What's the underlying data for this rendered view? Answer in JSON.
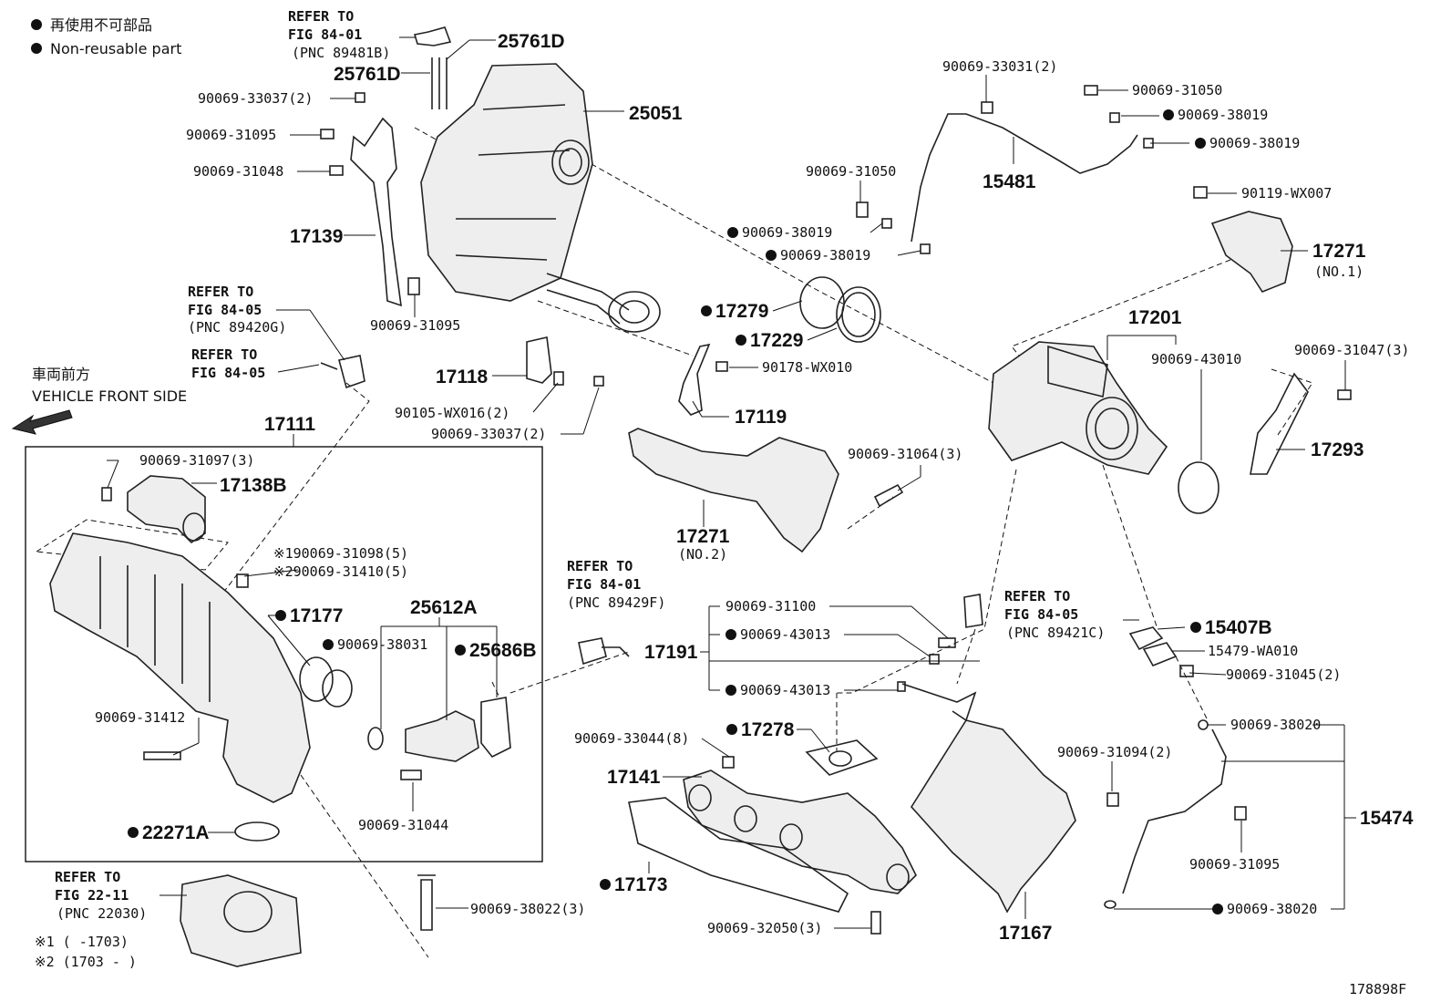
{
  "legend": {
    "jp_label": "再使用不可部品",
    "en_label": "Non-reusable part"
  },
  "direction": {
    "jp_label": "車両前方",
    "en_label": "VEHICLE FRONT SIDE"
  },
  "refs": {
    "r1": {
      "l1": "REFER TO",
      "l2": "FIG 84-01",
      "l3": "(PNC 89481B)"
    },
    "r2": {
      "l1": "REFER TO",
      "l2": "FIG 84-05",
      "l3": "(PNC 89420G)"
    },
    "r3": {
      "l1": "REFER TO",
      "l2": "FIG 84-05"
    },
    "r4": {
      "l1": "REFER TO",
      "l2": "FIG 84-01",
      "l3": "(PNC 89429F)"
    },
    "r5": {
      "l1": "REFER TO",
      "l2": "FIG 84-05",
      "l3": "(PNC 89421C)"
    },
    "r6": {
      "l1": "REFER TO",
      "l2": "FIG 22-11",
      "l3": "(PNC 22030)"
    }
  },
  "footnotes": {
    "n1": "※1 (      -1703)",
    "n2": "※2 (1703 -      )"
  },
  "figure_id": "178898F",
  "parts": {
    "p25761D_a": "25761D",
    "p25761D_b": "25761D",
    "p25051": "25051",
    "p33037_top": "90069-33037(2)",
    "p31095_a": "90069-31095",
    "p31048": "90069-31048",
    "p17139": "17139",
    "p31095_b": "90069-31095",
    "p17118": "17118",
    "pWX016": "90105-WX016(2)",
    "p33037_b": "90069-33037(2)",
    "p17111": "17111",
    "p31097": "90069-31097(3)",
    "p17138B": "17138B",
    "p31098": "※190069-31098(5)",
    "p31410": "※290069-31410(5)",
    "p17177": "17177",
    "p25612A": "25612A",
    "p38031": "90069-38031",
    "p25686B": "25686B",
    "p31412": "90069-31412",
    "p31044": "90069-31044",
    "p22271A": "22271A",
    "p38022": "90069-38022(3)",
    "p33031": "90069-33031(2)",
    "p31050_a": "90069-31050",
    "p38019_a": "90069-38019",
    "p38019_b": "90069-38019",
    "p15481": "15481",
    "p31050_b": "90069-31050",
    "p38019_c": "90069-38019",
    "p38019_d": "90069-38019",
    "pWX007": "90119-WX007",
    "p17271_1": "17271",
    "p17271_1n": "(NO.1)",
    "p17279": "17279",
    "p17229": "17229",
    "pWX010": "90178-WX010",
    "p17119": "17119",
    "p17201": "17201",
    "p43010": "90069-43010",
    "p31047": "90069-31047(3)",
    "p17293": "17293",
    "p31064": "90069-31064(3)",
    "p17271_2": "17271",
    "p17271_2n": "(NO.2)",
    "p31100": "90069-31100",
    "p43013_a": "90069-43013",
    "p17191": "17191",
    "p43013_b": "90069-43013",
    "p15407B": "15407B",
    "pWA010": "15479-WA010",
    "p31045": "90069-31045(2)",
    "p33044": "90069-33044(8)",
    "p17278": "17278",
    "p17141": "17141",
    "p17173": "17173",
    "p32050": "90069-32050(3)",
    "p17167": "17167",
    "p31094": "90069-31094(2)",
    "p38020_a": "90069-38020",
    "p15474": "15474",
    "p31095_c": "90069-31095",
    "p38020_b": "90069-38020"
  }
}
